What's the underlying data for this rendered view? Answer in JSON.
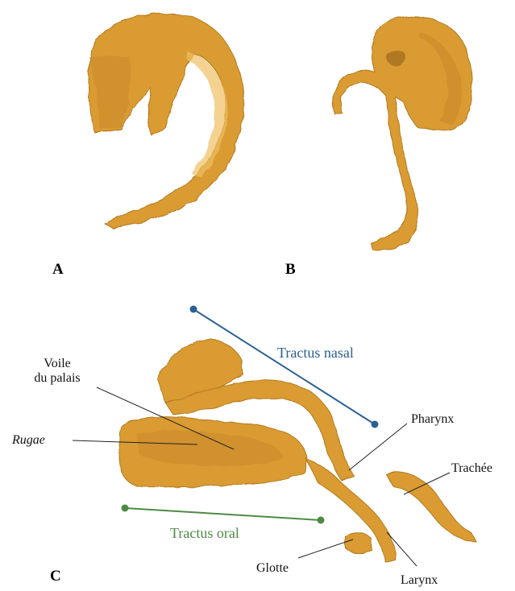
{
  "figure": {
    "panels": {
      "a": "A",
      "b": "B",
      "c": "C"
    },
    "labels": {
      "voile_line1": "Voile",
      "voile_line2": "du palais",
      "rugae": "Rugae",
      "tractus_nasal": "Tractus nasal",
      "tractus_oral": "Tractus oral",
      "pharynx": "Pharynx",
      "trachee": "Trachée",
      "glotte": "Glotte",
      "larynx": "Larynx"
    },
    "colors": {
      "model_fill": "#d99b33",
      "model_shade": "#b47a1f",
      "model_highlight": "#efbf63",
      "nasal_line": "#2b5f93",
      "oral_line": "#4e8a45",
      "leader_line": "#222222"
    }
  }
}
